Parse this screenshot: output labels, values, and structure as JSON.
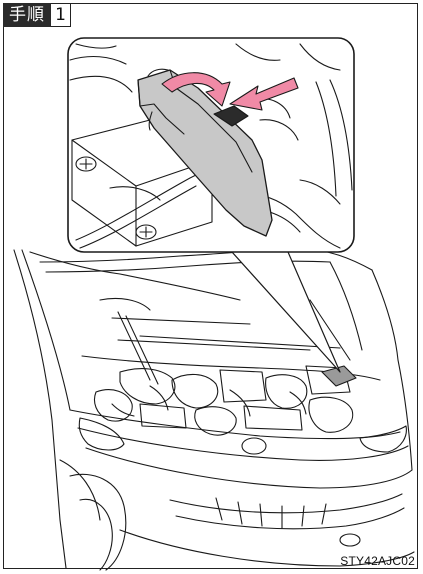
{
  "step": {
    "label": "手順",
    "number": "1"
  },
  "figure": {
    "code": "STY42AJC02"
  },
  "colors": {
    "arrow": "#f08aa6",
    "cover": "#c8c8c8",
    "line": "#1a1a1a"
  }
}
